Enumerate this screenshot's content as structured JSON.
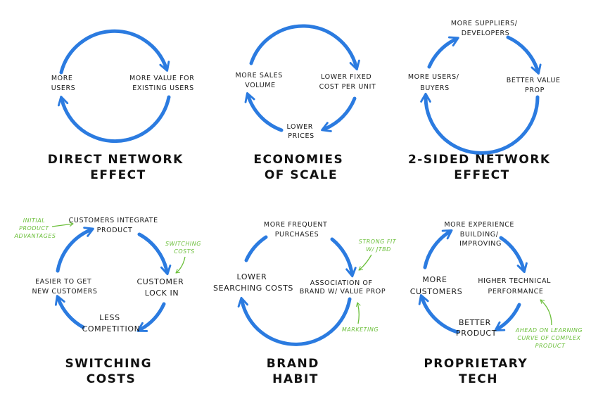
{
  "colors": {
    "cycle": "#2b7be0",
    "annotation": "#6bbf3a",
    "text": "#1a1a1a"
  },
  "diagrams": [
    {
      "title": [
        "DIRECT NETWORK",
        "EFFECT"
      ],
      "nodes": [
        {
          "lines": [
            "MORE",
            "USERS"
          ]
        },
        {
          "lines": [
            "MORE VALUE FOR",
            "EXISTING USERS"
          ]
        }
      ],
      "annotations": []
    },
    {
      "title": [
        "ECONOMIES",
        "OF SCALE"
      ],
      "nodes": [
        {
          "lines": [
            "MORE SALES",
            "VOLUME"
          ]
        },
        {
          "lines": [
            "LOWER FIXED",
            "COST PER UNIT"
          ]
        },
        {
          "lines": [
            "LOWER",
            "PRICES"
          ]
        }
      ],
      "annotations": []
    },
    {
      "title": [
        "2-SIDED NETWORK",
        "EFFECT"
      ],
      "nodes": [
        {
          "lines": [
            "MORE SUPPLIERS/",
            "DEVELOPERS"
          ]
        },
        {
          "lines": [
            "BETTER VALUE",
            "PROP"
          ]
        },
        {
          "lines": [
            "MORE USERS/",
            "BUYERS"
          ]
        }
      ],
      "annotations": []
    },
    {
      "title": [
        "SWITCHING",
        "COSTS"
      ],
      "nodes": [
        {
          "lines": [
            "CUSTOMERS INTEGRATE",
            "PRODUCT"
          ]
        },
        {
          "lines": [
            "CUSTOMER",
            "LOCK IN"
          ]
        },
        {
          "lines": [
            "LESS",
            "COMPETITION"
          ]
        },
        {
          "lines": [
            "EASIER TO GET",
            "NEW CUSTOMERS"
          ]
        }
      ],
      "annotations": [
        {
          "lines": [
            "INITIAL",
            "PRODUCT",
            "ADVANTAGES"
          ]
        },
        {
          "lines": [
            "SWITCHING",
            "COSTS"
          ]
        }
      ]
    },
    {
      "title": [
        "BRAND",
        "HABIT"
      ],
      "nodes": [
        {
          "lines": [
            "MORE FREQUENT",
            "PURCHASES"
          ]
        },
        {
          "lines": [
            "ASSOCIATION OF",
            "BRAND W/ VALUE PROP"
          ]
        },
        {
          "lines": [
            "LOWER",
            "SEARCHING COSTS"
          ]
        }
      ],
      "annotations": [
        {
          "lines": [
            "STRONG FIT",
            "W/ JTBD"
          ]
        },
        {
          "lines": [
            "MARKETING"
          ]
        }
      ]
    },
    {
      "title": [
        "PROPRIETARY",
        "TECH"
      ],
      "nodes": [
        {
          "lines": [
            "MORE EXPERIENCE",
            "BUILDING/",
            "IMPROVING"
          ]
        },
        {
          "lines": [
            "HIGHER TECHNICAL",
            "PERFORMANCE"
          ]
        },
        {
          "lines": [
            "BETTER",
            "PRODUCT"
          ]
        },
        {
          "lines": [
            "MORE",
            "CUSTOMERS"
          ]
        }
      ],
      "annotations": [
        {
          "lines": [
            "AHEAD ON LEARNING",
            "CURVE OF COMPLEX",
            "PRODUCT"
          ]
        }
      ]
    }
  ]
}
